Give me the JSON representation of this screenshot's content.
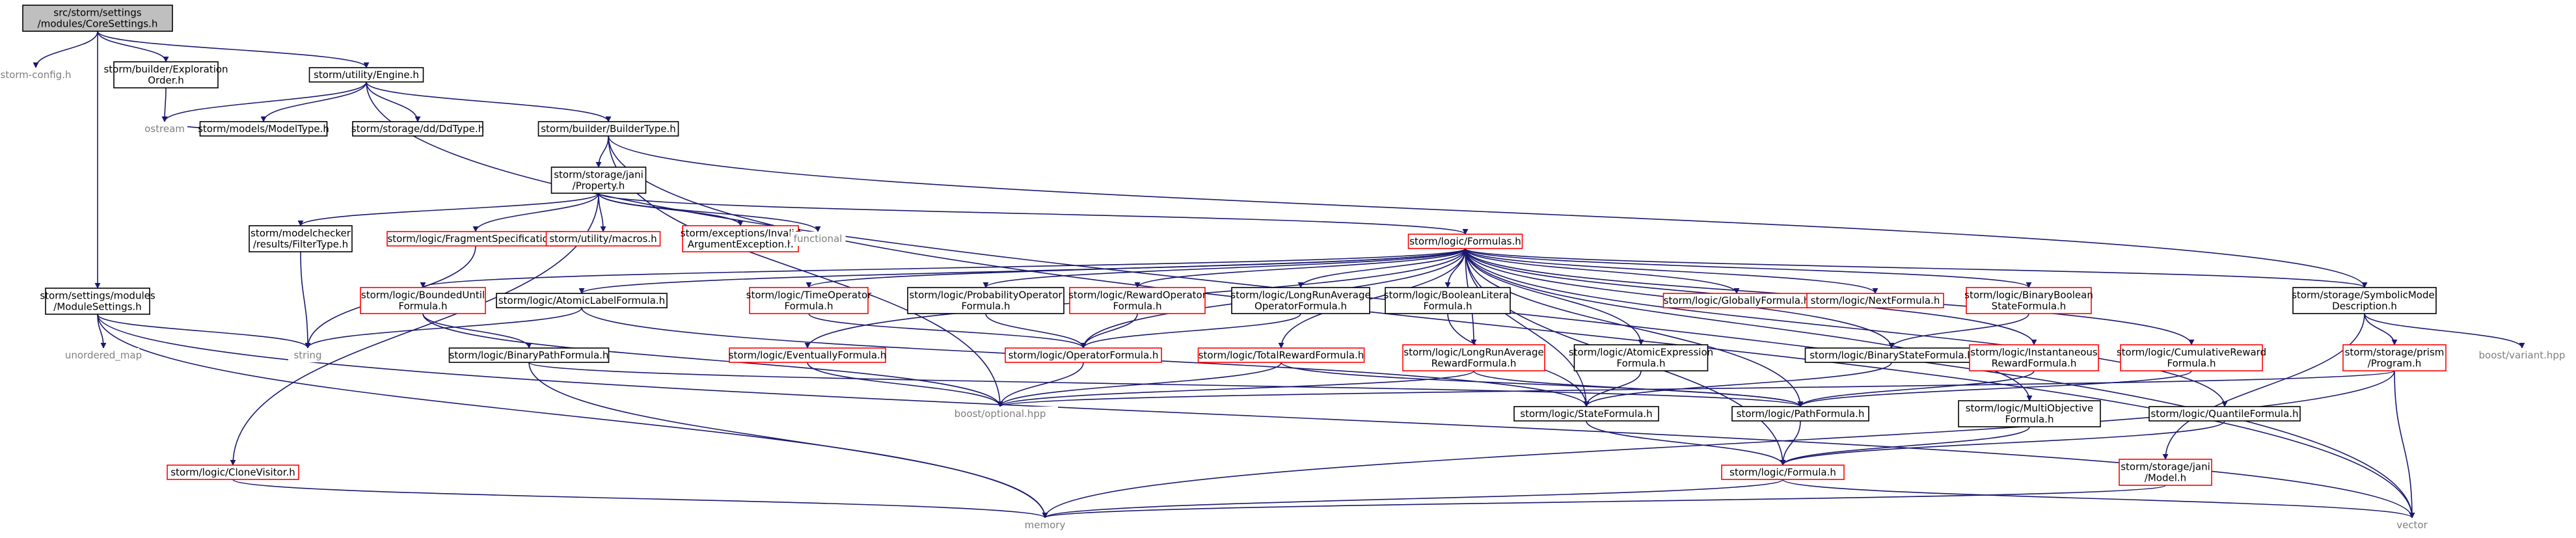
{
  "graph": {
    "nodes": [
      {
        "id": "core",
        "lines": [
          "src/storm/settings",
          "/modules/CoreSettings.h"
        ],
        "style": "root"
      },
      {
        "id": "stormconfig",
        "lines": [
          "storm-config.h"
        ],
        "style": "none"
      },
      {
        "id": "explorder",
        "lines": [
          "storm/builder/Exploration",
          "Order.h"
        ],
        "style": "black"
      },
      {
        "id": "engine",
        "lines": [
          "storm/utility/Engine.h"
        ],
        "style": "black"
      },
      {
        "id": "modsettings",
        "lines": [
          "storm/settings/modules",
          "/ModuleSettings.h"
        ],
        "style": "black"
      },
      {
        "id": "ostream",
        "lines": [
          "ostream"
        ],
        "style": "none"
      },
      {
        "id": "modeltype",
        "lines": [
          "storm/models/ModelType.h"
        ],
        "style": "black"
      },
      {
        "id": "ddtype",
        "lines": [
          "storm/storage/dd/DdType.h"
        ],
        "style": "black"
      },
      {
        "id": "buildertype",
        "lines": [
          "storm/builder/BuilderType.h"
        ],
        "style": "black"
      },
      {
        "id": "property",
        "lines": [
          "storm/storage/jani",
          "/Property.h"
        ],
        "style": "black"
      },
      {
        "id": "filtertype",
        "lines": [
          "storm/modelchecker",
          "/results/FilterType.h"
        ],
        "style": "black"
      },
      {
        "id": "fragspec",
        "lines": [
          "storm/logic/FragmentSpecification.h"
        ],
        "style": "red"
      },
      {
        "id": "macros",
        "lines": [
          "storm/utility/macros.h"
        ],
        "style": "red"
      },
      {
        "id": "invalidarg",
        "lines": [
          "storm/exceptions/Invalid",
          "ArgumentException.h"
        ],
        "style": "red"
      },
      {
        "id": "functional",
        "lines": [
          "functional"
        ],
        "style": "none"
      },
      {
        "id": "formulas",
        "lines": [
          "storm/logic/Formulas.h"
        ],
        "style": "red"
      },
      {
        "id": "unordered",
        "lines": [
          "unordered_map"
        ],
        "style": "none"
      },
      {
        "id": "string",
        "lines": [
          "string"
        ],
        "style": "none"
      },
      {
        "id": "boundeduntil",
        "lines": [
          "storm/logic/BoundedUntil",
          "Formula.h"
        ],
        "style": "red"
      },
      {
        "id": "atomiclabel",
        "lines": [
          "storm/logic/AtomicLabelFormula.h"
        ],
        "style": "black"
      },
      {
        "id": "binarypath",
        "lines": [
          "storm/logic/BinaryPathFormula.h"
        ],
        "style": "black"
      },
      {
        "id": "eventually",
        "lines": [
          "storm/logic/EventuallyFormula.h"
        ],
        "style": "red"
      },
      {
        "id": "timeop",
        "lines": [
          "storm/logic/TimeOperator",
          "Formula.h"
        ],
        "style": "red"
      },
      {
        "id": "probop",
        "lines": [
          "storm/logic/ProbabilityOperator",
          "Formula.h"
        ],
        "style": "black"
      },
      {
        "id": "rewardop",
        "lines": [
          "storm/logic/RewardOperator",
          "Formula.h"
        ],
        "style": "red"
      },
      {
        "id": "lravgop",
        "lines": [
          "storm/logic/LongRunAverage",
          "OperatorFormula.h"
        ],
        "style": "black"
      },
      {
        "id": "operatorf",
        "lines": [
          "storm/logic/OperatorFormula.h"
        ],
        "style": "red"
      },
      {
        "id": "totalreward",
        "lines": [
          "storm/logic/TotalRewardFormula.h"
        ],
        "style": "red"
      },
      {
        "id": "boollit",
        "lines": [
          "storm/logic/BooleanLiteral",
          "Formula.h"
        ],
        "style": "black"
      },
      {
        "id": "lravgreward",
        "lines": [
          "storm/logic/LongRunAverage",
          "RewardFormula.h"
        ],
        "style": "red"
      },
      {
        "id": "atomicexpr",
        "lines": [
          "storm/logic/AtomicExpression",
          "Formula.h"
        ],
        "style": "black"
      },
      {
        "id": "globally",
        "lines": [
          "storm/logic/GloballyFormula.h"
        ],
        "style": "red"
      },
      {
        "id": "next",
        "lines": [
          "storm/logic/NextFormula.h"
        ],
        "style": "red"
      },
      {
        "id": "binarybool",
        "lines": [
          "storm/logic/BinaryBoolean",
          "StateFormula.h"
        ],
        "style": "red"
      },
      {
        "id": "binarystate",
        "lines": [
          "storm/logic/BinaryStateFormula.h"
        ],
        "style": "black"
      },
      {
        "id": "instreward",
        "lines": [
          "storm/logic/Instantaneous",
          "RewardFormula.h"
        ],
        "style": "red"
      },
      {
        "id": "cumreward",
        "lines": [
          "storm/logic/CumulativeReward",
          "Formula.h"
        ],
        "style": "red"
      },
      {
        "id": "symbolic",
        "lines": [
          "storm/storage/SymbolicModel",
          "Description.h"
        ],
        "style": "black"
      },
      {
        "id": "prism",
        "lines": [
          "storm/storage/prism",
          "/Program.h"
        ],
        "style": "red"
      },
      {
        "id": "variant",
        "lines": [
          "boost/variant.hpp"
        ],
        "style": "none"
      },
      {
        "id": "optional",
        "lines": [
          "boost/optional.hpp"
        ],
        "style": "none"
      },
      {
        "id": "stateformula",
        "lines": [
          "storm/logic/StateFormula.h"
        ],
        "style": "black"
      },
      {
        "id": "pathformula",
        "lines": [
          "storm/logic/PathFormula.h"
        ],
        "style": "black"
      },
      {
        "id": "multiobj",
        "lines": [
          "storm/logic/MultiObjective",
          "Formula.h"
        ],
        "style": "black"
      },
      {
        "id": "quantile",
        "lines": [
          "storm/logic/QuantileFormula.h"
        ],
        "style": "black"
      },
      {
        "id": "clonevisitor",
        "lines": [
          "storm/logic/CloneVisitor.h"
        ],
        "style": "red"
      },
      {
        "id": "formula",
        "lines": [
          "storm/logic/Formula.h"
        ],
        "style": "red"
      },
      {
        "id": "janimodel",
        "lines": [
          "storm/storage/jani",
          "/Model.h"
        ],
        "style": "red"
      },
      {
        "id": "memory",
        "lines": [
          "memory"
        ],
        "style": "none"
      },
      {
        "id": "vector",
        "lines": [
          "vector"
        ],
        "style": "none"
      }
    ]
  }
}
